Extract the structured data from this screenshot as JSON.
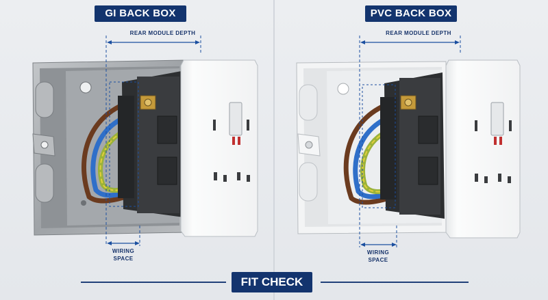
{
  "left_panel": {
    "title": "GI BACK BOX",
    "depth_label": "REAR MODULE DEPTH",
    "wiring_label_1": "WIRING",
    "wiring_label_2": "SPACE"
  },
  "right_panel": {
    "title": "PVC BACK BOX",
    "depth_label": "REAR MODULE DEPTH",
    "wiring_label_1": "WIRING",
    "wiring_label_2": "SPACE"
  },
  "footer": {
    "label": "FIT CHECK"
  },
  "colors": {
    "badge_bg": "#13346e",
    "annotation": "#17336a",
    "dimension_line": "#1b4fa0",
    "galvanized": "#a9adb1",
    "pvc": "#f3f4f5",
    "module": "#2d2f31",
    "plate": "#f7f8f9",
    "wire_brown": "#6b3b1f",
    "wire_blue": "#2f6fc9",
    "wire_earth": "#9bb23a"
  }
}
